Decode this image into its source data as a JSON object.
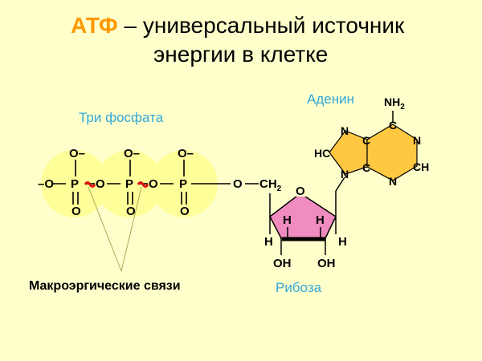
{
  "title": {
    "accent": "АТФ",
    "line1_rest": " – универсальный источник",
    "line2": "энергии в клетке"
  },
  "labels": {
    "phosphates": "Три фосфата",
    "adenine": "Аденин",
    "macroergic": "Макроэргические связи",
    "ribose": "Рибоза"
  },
  "atoms": {
    "O_minus": "O–",
    "minus_O": "–O",
    "P": "P",
    "O": "O",
    "CH2": "CH",
    "sub2": "2",
    "H": "H",
    "OH": "OH",
    "N": "N",
    "C": "C",
    "HC": "HC",
    "CH": "CH",
    "NH": "NH"
  },
  "colors": {
    "background": "#ffffcc",
    "accent": "#ff9900",
    "label": "#33a8d8",
    "phosphate_circle": "#ffff99",
    "ribose_fill": "#f08cc0",
    "adenine_fill": "#ffc840",
    "bond_red": "#dd1111"
  }
}
